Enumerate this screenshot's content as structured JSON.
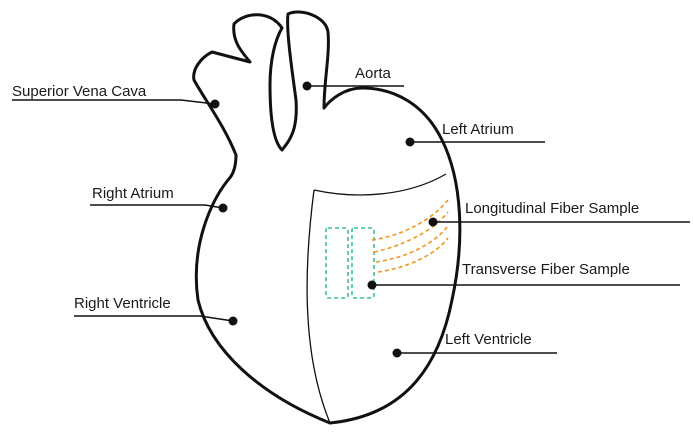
{
  "labels": {
    "superior_vena_cava": "Superior Vena Cava",
    "aorta": "Aorta",
    "left_atrium": "Left Atrium",
    "right_atrium": "Right Atrium",
    "longitudinal_fiber_sample": "Longitudinal Fiber Sample",
    "transverse_fiber_sample": "Transverse Fiber Sample",
    "right_ventricle": "Right Ventricle",
    "left_ventricle": "Left Ventricle"
  },
  "colors": {
    "outline": "#111111",
    "transverse_sample": "#3dbf8f",
    "longitudinal_sample": "#f0961e"
  }
}
